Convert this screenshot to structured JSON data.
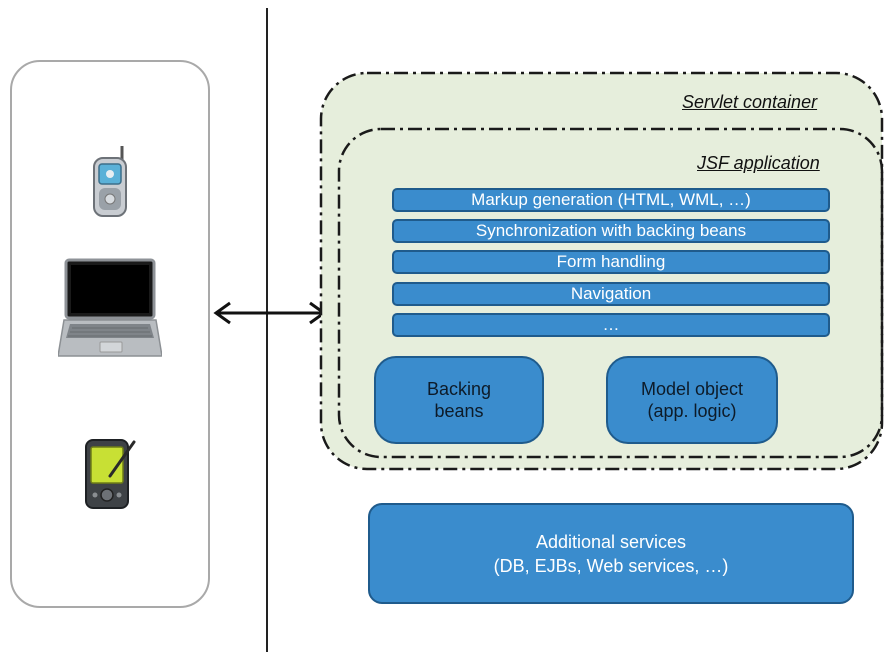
{
  "labels": {
    "servlet_container": "Servlet container",
    "jsf_application": "JSF application"
  },
  "layers": [
    "Markup generation (HTML, WML, …)",
    "Synchronization with backing beans",
    "Form handling",
    "Navigation",
    "…"
  ],
  "backing_beans": {
    "line1": "Backing",
    "line2": "beans"
  },
  "model_object": {
    "line1": "Model object",
    "line2": "(app. logic)"
  },
  "additional_services": {
    "line1": "Additional services",
    "line2": "(DB, EJBs, Web services, …)"
  },
  "clients": [
    "mobile-phone-icon",
    "laptop-icon",
    "pda-icon"
  ],
  "colors": {
    "block_fill": "#3a8ccd",
    "block_border": "#1f5b8c",
    "container_fill": "#e6eedc"
  }
}
